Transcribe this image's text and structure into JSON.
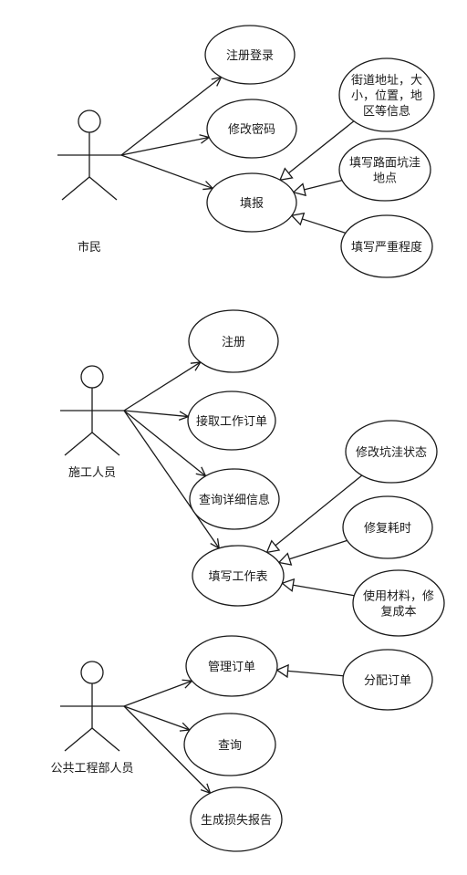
{
  "actors": [
    {
      "id": "citizen",
      "name": "市民"
    },
    {
      "id": "worker",
      "name": "施工人员"
    },
    {
      "id": "dept",
      "name": "公共工程部人员"
    }
  ],
  "usecases": [
    {
      "id": "uc1",
      "lines": [
        "注册登录"
      ]
    },
    {
      "id": "uc2",
      "lines": [
        "修改密码"
      ]
    },
    {
      "id": "uc3",
      "lines": [
        "填报"
      ]
    },
    {
      "id": "uc4",
      "lines": [
        "街道地址，大",
        "小，位置，地",
        "区等信息"
      ]
    },
    {
      "id": "uc5",
      "lines": [
        "填写路面坑洼",
        "地点"
      ]
    },
    {
      "id": "uc6",
      "lines": [
        "填写严重程度"
      ]
    },
    {
      "id": "uc7",
      "lines": [
        "注册"
      ]
    },
    {
      "id": "uc8",
      "lines": [
        "接取工作订单"
      ]
    },
    {
      "id": "uc9",
      "lines": [
        "查询详细信息"
      ]
    },
    {
      "id": "uc10",
      "lines": [
        "填写工作表"
      ]
    },
    {
      "id": "uc11",
      "lines": [
        "修改坑洼状态"
      ]
    },
    {
      "id": "uc12",
      "lines": [
        "修复耗时"
      ]
    },
    {
      "id": "uc13",
      "lines": [
        "使用材料，修",
        "复成本"
      ]
    },
    {
      "id": "uc14",
      "lines": [
        "管理订单"
      ]
    },
    {
      "id": "uc15",
      "lines": [
        "查询"
      ]
    },
    {
      "id": "uc16",
      "lines": [
        "生成损失报告"
      ]
    },
    {
      "id": "uc17",
      "lines": [
        "分配订单"
      ]
    }
  ],
  "associations": [
    {
      "from": "citizen",
      "to": "uc1"
    },
    {
      "from": "citizen",
      "to": "uc2"
    },
    {
      "from": "citizen",
      "to": "uc3"
    },
    {
      "from": "worker",
      "to": "uc7"
    },
    {
      "from": "worker",
      "to": "uc8"
    },
    {
      "from": "worker",
      "to": "uc9"
    },
    {
      "from": "worker",
      "to": "uc10"
    },
    {
      "from": "dept",
      "to": "uc14"
    },
    {
      "from": "dept",
      "to": "uc15"
    },
    {
      "from": "dept",
      "to": "uc16"
    }
  ],
  "generalizations": [
    {
      "from": "uc4",
      "to": "uc3"
    },
    {
      "from": "uc5",
      "to": "uc3"
    },
    {
      "from": "uc6",
      "to": "uc3"
    },
    {
      "from": "uc11",
      "to": "uc10"
    },
    {
      "from": "uc12",
      "to": "uc10"
    },
    {
      "from": "uc13",
      "to": "uc10"
    },
    {
      "from": "uc17",
      "to": "uc14"
    }
  ]
}
